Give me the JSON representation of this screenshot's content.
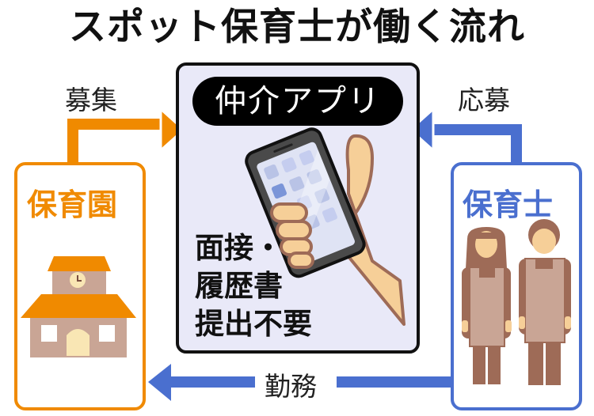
{
  "title": "スポット保育士が働く流れ",
  "center": {
    "app_label": "仲介アプリ",
    "note_lines": [
      "面接・",
      "履歴書",
      "提出不要"
    ]
  },
  "left": {
    "title": "保育園"
  },
  "right": {
    "title": "保育士"
  },
  "arrows": {
    "recruit": "募集",
    "apply": "応募",
    "work": "勤務"
  },
  "colors": {
    "nursery_orange": "#f08a00",
    "worker_blue": "#4a6fcf",
    "app_bg": "#e9e9f8",
    "figure_brown": "#9e6b57",
    "skin": "#f6cf98"
  }
}
